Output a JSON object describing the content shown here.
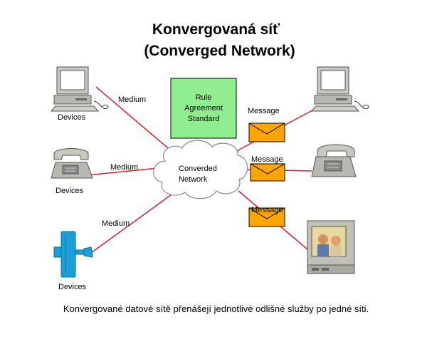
{
  "title": {
    "line1": "Konvergovaná síť",
    "line2": "(Converged Network)"
  },
  "rule_box": {
    "lines": [
      "Rule",
      "Agreement",
      "Standard"
    ],
    "fill": "#90ee90"
  },
  "cloud": {
    "lines": [
      "Converded",
      "Network"
    ]
  },
  "left_devices": [
    {
      "label": "Devices",
      "medium": "Medium",
      "icon": "computer-icon"
    },
    {
      "label": "Devices",
      "medium": "Medium",
      "icon": "telephone-icon"
    },
    {
      "label": "Devices",
      "medium": "Medium",
      "icon": "video-camera-icon"
    }
  ],
  "right_devices": [
    {
      "message": "Message",
      "icon": "computer-icon"
    },
    {
      "message": "Message",
      "icon": "telephone-icon"
    },
    {
      "message": "Message",
      "icon": "television-icon"
    }
  ],
  "caption": "Konvergované datové sítě přenášejí jednotlivé odlišné služby po jedné síti.",
  "colors": {
    "link": "#e0202a",
    "envelope": "#ffa500",
    "device": "#c0c0b8",
    "camera": "#1aa0d8"
  }
}
